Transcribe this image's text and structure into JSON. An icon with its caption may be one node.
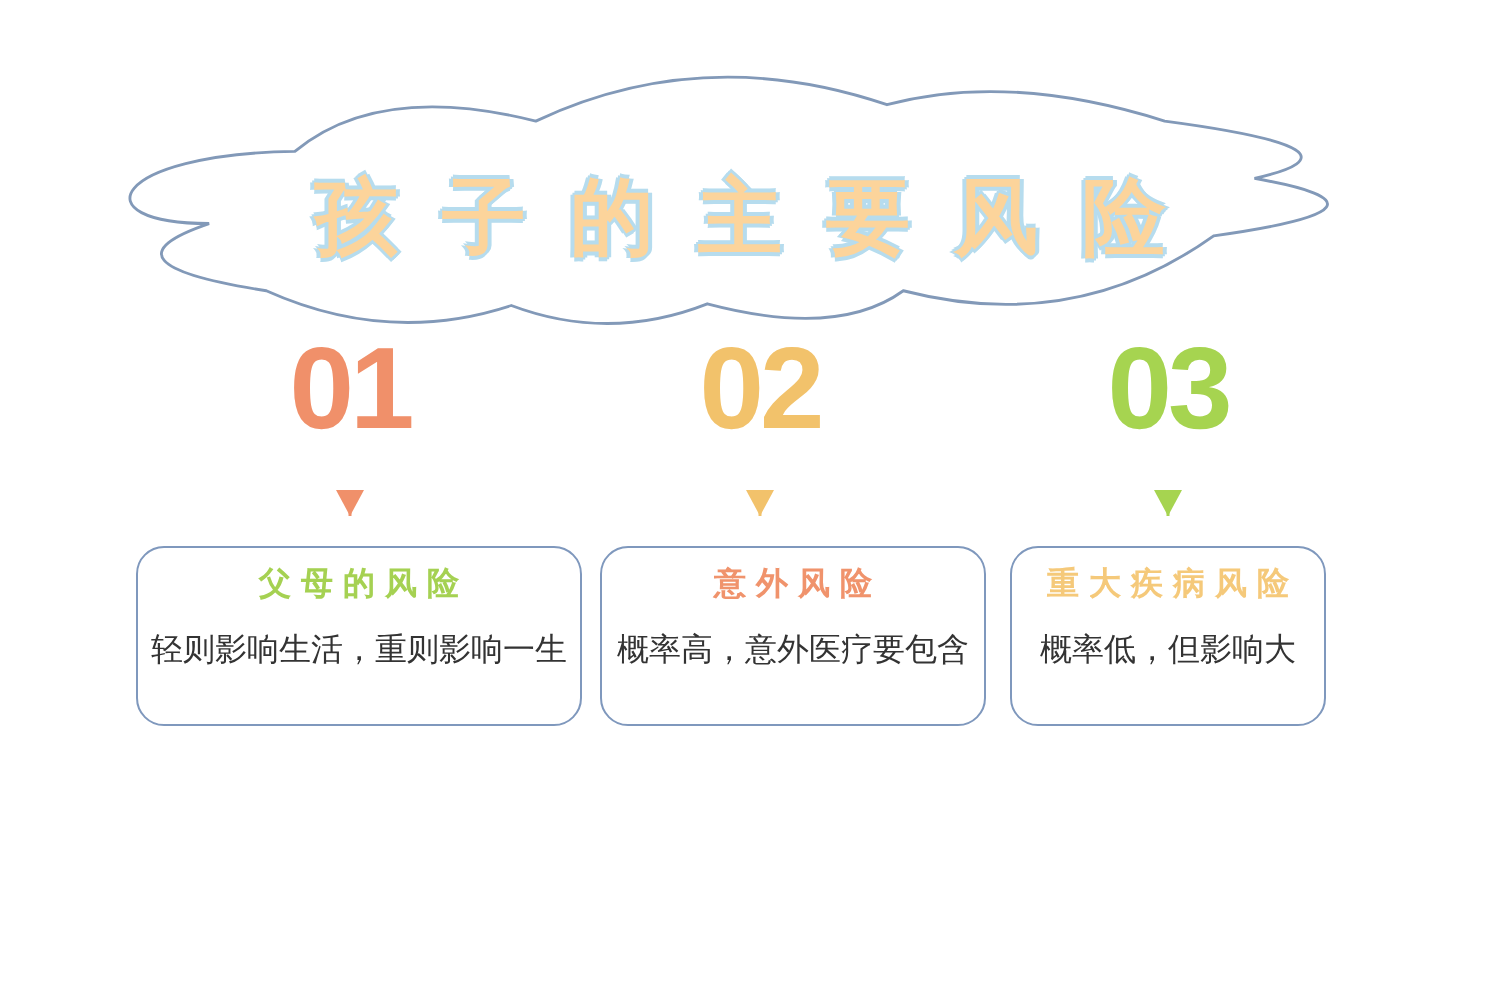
{
  "diagram": {
    "nodes": [
      {
        "text": [
          "孩子的主要风险"
        ]
      },
      {
        "text": [
          "01"
        ]
      },
      {
        "text": [
          "02"
        ]
      },
      {
        "text": [
          "03"
        ]
      },
      {
        "text": [
          "父母的风险",
          "轻则影响生活，重则影响一生"
        ]
      },
      {
        "text": [
          "意外风险",
          "概率高，意外医疗要包含"
        ]
      },
      {
        "text": [
          "重大疾病风险",
          "概率低，但影响大"
        ]
      }
    ],
    "edges": [
      {
        "from": 1,
        "to": 4,
        "arrow": "to",
        "color": "#f0906a"
      },
      {
        "from": 2,
        "to": 5,
        "arrow": "to",
        "color": "#f2c26b"
      },
      {
        "from": 3,
        "to": 6,
        "arrow": "to",
        "color": "#a6d450"
      }
    ]
  }
}
